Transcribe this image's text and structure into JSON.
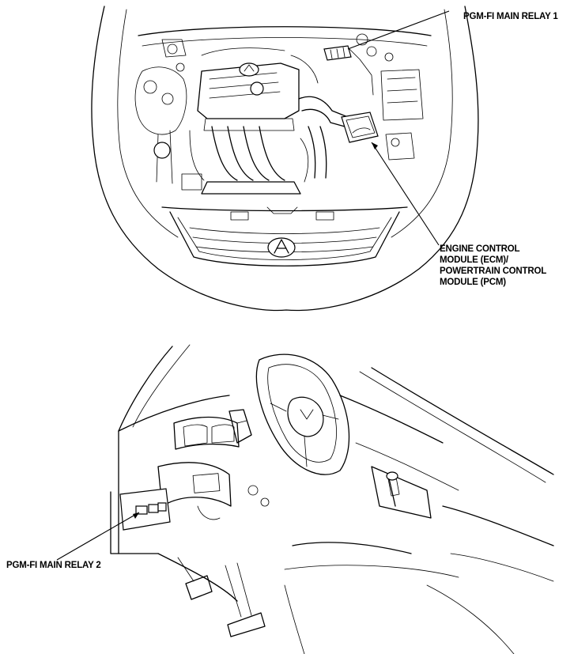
{
  "labels": {
    "relay1": "PGM-FI MAIN RELAY 1",
    "ecm_line1": "ENGINE CONTROL",
    "ecm_line2": "MODULE (ECM)/",
    "ecm_line3": "POWERTRAIN CONTROL",
    "ecm_line4": "MODULE (PCM)",
    "relay2": "PGM-FI MAIN RELAY 2"
  }
}
